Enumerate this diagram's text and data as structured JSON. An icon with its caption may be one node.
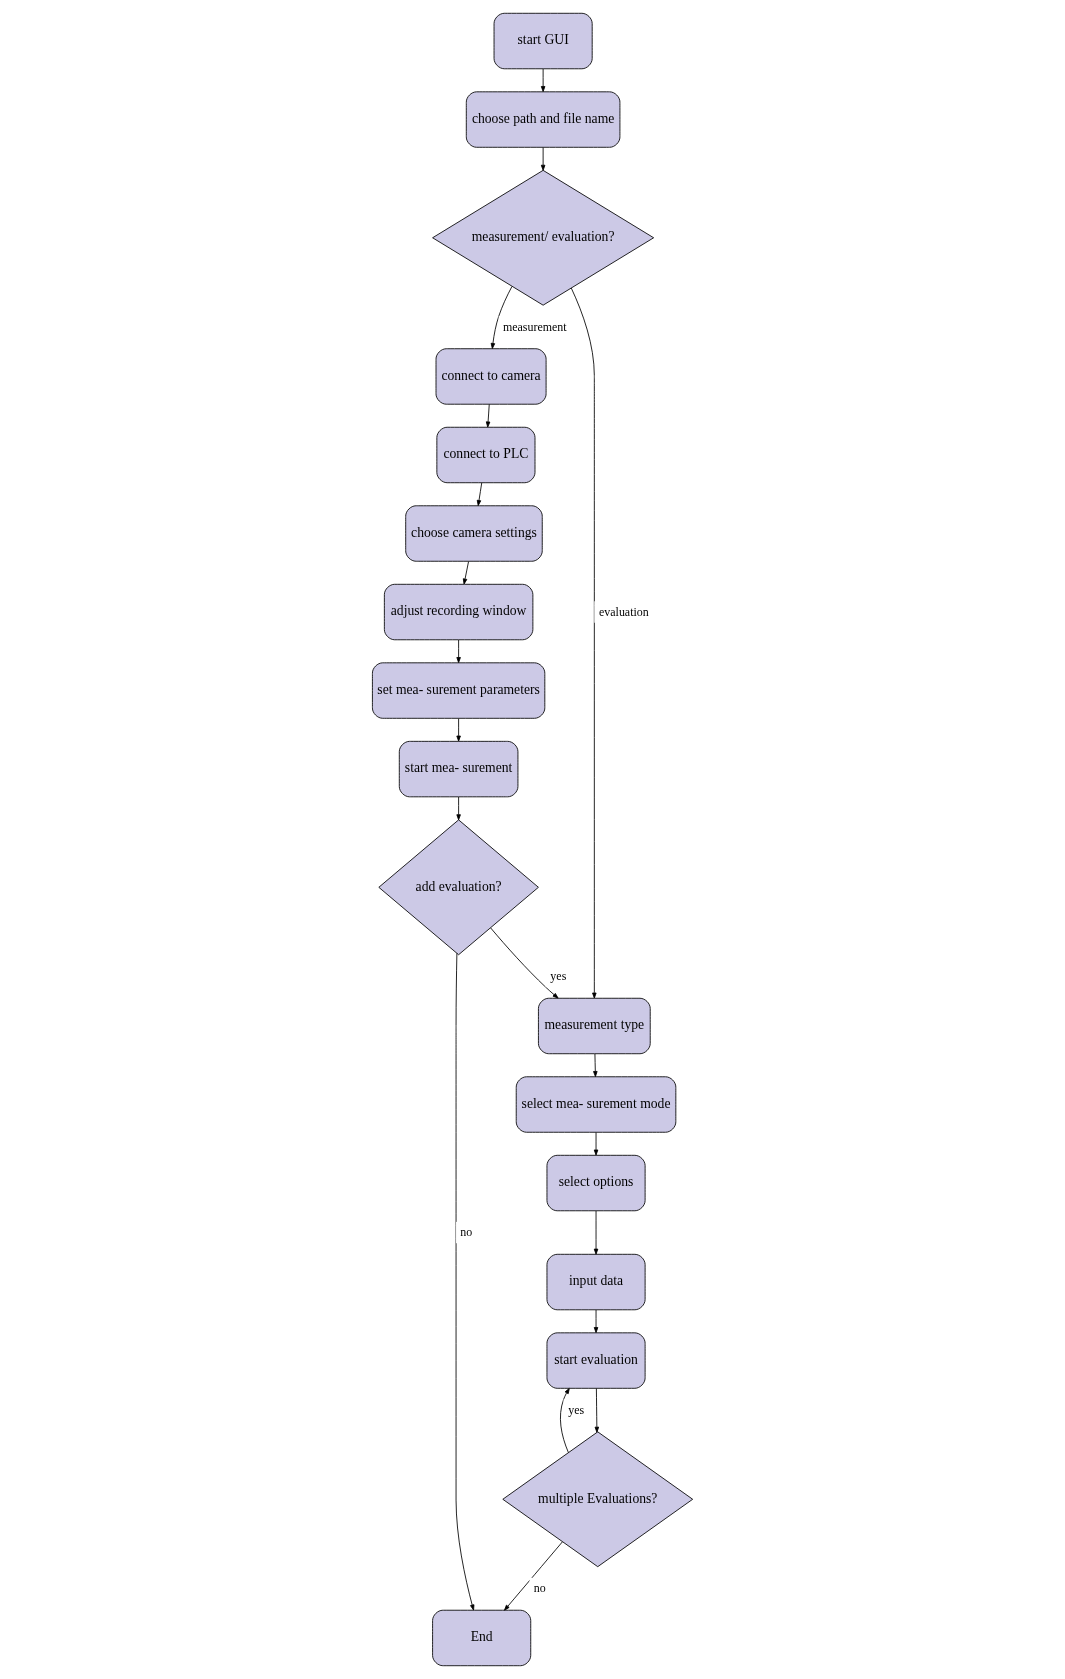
{
  "diagram": {
    "nodes": [
      {
        "text": [
          "start GUI"
        ]
      },
      {
        "text": [
          "choose path and file name"
        ]
      },
      {
        "text": [
          "measurement/ evaluation?"
        ]
      },
      {
        "text": [
          "connect to camera"
        ]
      },
      {
        "text": [
          "connect to PLC"
        ]
      },
      {
        "text": [
          "choose camera settings"
        ]
      },
      {
        "text": [
          "adjust recording window"
        ]
      },
      {
        "text": [
          "set mea- surement parameters"
        ]
      },
      {
        "text": [
          "start mea- surement"
        ]
      },
      {
        "text": [
          "add evaluation?"
        ]
      },
      {
        "text": [
          "measurement type"
        ]
      },
      {
        "text": [
          "select mea- surement mode"
        ]
      },
      {
        "text": [
          "select options"
        ]
      },
      {
        "text": [
          "input data"
        ]
      },
      {
        "text": [
          "start evaluation"
        ]
      },
      {
        "text": [
          "multiple Evaluations?"
        ]
      },
      {
        "text": [
          "End"
        ]
      }
    ],
    "edges": [
      {
        "from": 0,
        "to": 1,
        "arrow": "to"
      },
      {
        "from": 1,
        "to": 2,
        "arrow": "to"
      },
      {
        "from": 2,
        "to": 3,
        "arrow": "to",
        "label": "measurement"
      },
      {
        "from": 2,
        "to": 10,
        "arrow": "to",
        "label": "evaluation"
      },
      {
        "from": 3,
        "to": 4,
        "arrow": "to"
      },
      {
        "from": 4,
        "to": 5,
        "arrow": "to"
      },
      {
        "from": 5,
        "to": 6,
        "arrow": "to"
      },
      {
        "from": 6,
        "to": 7,
        "arrow": "to"
      },
      {
        "from": 7,
        "to": 8,
        "arrow": "to"
      },
      {
        "from": 8,
        "to": 9,
        "arrow": "to"
      },
      {
        "from": 9,
        "to": 10,
        "arrow": "to",
        "label": "yes"
      },
      {
        "from": 9,
        "to": 16,
        "arrow": "to",
        "label": "no"
      },
      {
        "from": 10,
        "to": 11,
        "arrow": "to"
      },
      {
        "from": 11,
        "to": 12,
        "arrow": "to"
      },
      {
        "from": 12,
        "to": 13,
        "arrow": "to"
      },
      {
        "from": 13,
        "to": 14,
        "arrow": "to"
      },
      {
        "from": 14,
        "to": 15,
        "arrow": "to"
      },
      {
        "from": 15,
        "to": 14,
        "arrow": "to",
        "label": "yes"
      },
      {
        "from": 15,
        "to": 16,
        "arrow": "to",
        "label": "no"
      }
    ]
  }
}
